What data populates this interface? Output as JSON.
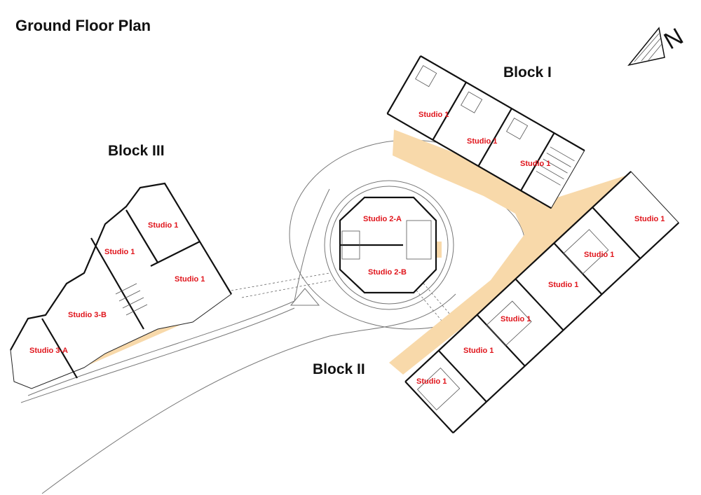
{
  "title": "Ground Floor Plan",
  "north_label": "N",
  "colors": {
    "corridor": "#f8d9aa",
    "studio_label": "#e0141b"
  },
  "blocks": [
    {
      "name": "Block I",
      "studios": [
        "Studio 1",
        "Studio 1",
        "Studio 1"
      ]
    },
    {
      "name": "Block II",
      "studios": [
        "Studio 1",
        "Studio 1",
        "Studio 1",
        "Studio 1",
        "Studio 1",
        "Studio 1"
      ]
    },
    {
      "name": "Block III",
      "studios": [
        "Studio 1",
        "Studio 1",
        "Studio 1",
        "Studio 3-B",
        "Studio 3-A"
      ]
    }
  ],
  "center": {
    "studios": [
      "Studio 2-A",
      "Studio 2-B"
    ]
  }
}
